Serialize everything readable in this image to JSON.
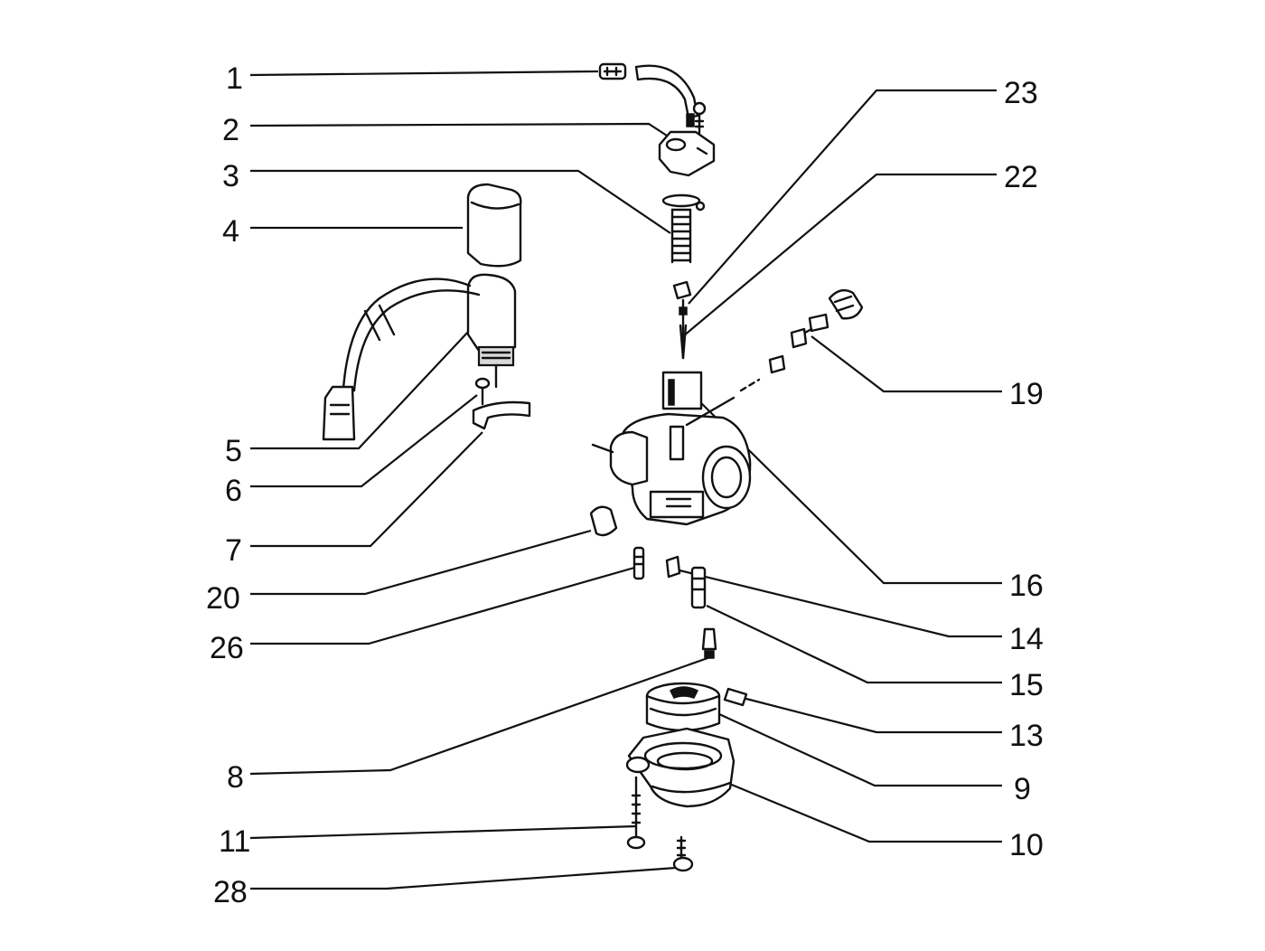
{
  "callouts": {
    "c1": "1",
    "c2": "2",
    "c3": "3",
    "c4": "4",
    "c5": "5",
    "c6": "6",
    "c7": "7",
    "c20": "20",
    "c26": "26",
    "c8": "8",
    "c11": "11",
    "c28": "28",
    "c23": "23",
    "c22": "22",
    "c19": "19",
    "c16": "16",
    "c14": "14",
    "c15": "15",
    "c13": "13",
    "c9": "9",
    "c10": "10"
  },
  "colors": {
    "line": "#111111",
    "background": "#ffffff"
  }
}
